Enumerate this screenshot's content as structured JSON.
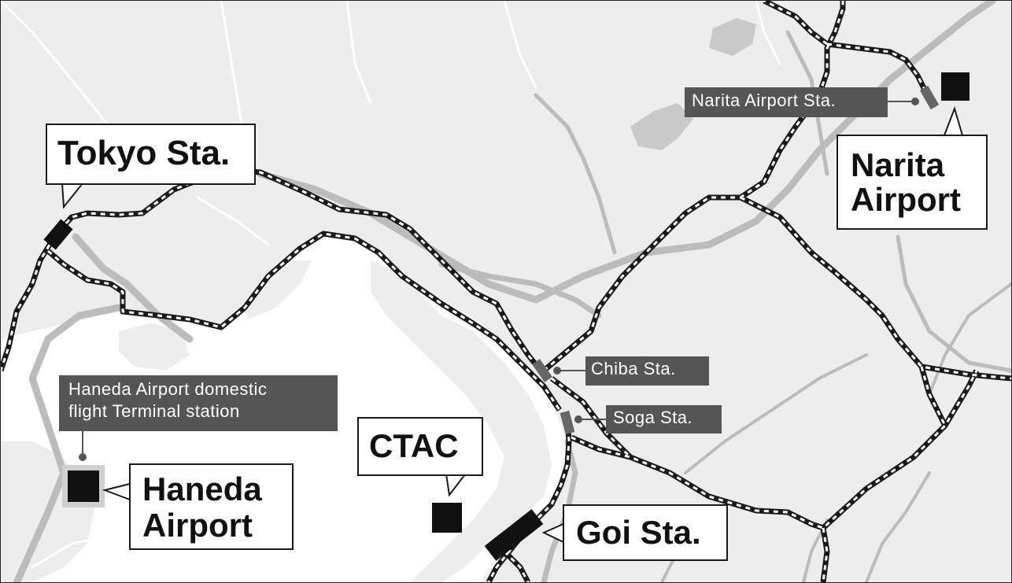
{
  "map": {
    "colors": {
      "land": "#ededed",
      "water": "#ffffff",
      "road": "#bcbcbc",
      "rail_dark": "#1a1a1a",
      "rail_light": "#ffffff",
      "marker": "#111111",
      "label_bg": "#555555"
    }
  },
  "callouts": {
    "tokyo": "Tokyo Sta.",
    "narita_line1": "Narita",
    "narita_line2": "Airport",
    "haneda_line1": "Haneda",
    "haneda_line2": "Airport",
    "ctac": "CTAC",
    "goi": "Goi Sta."
  },
  "station_labels": {
    "narita_airport_sta": "Narita Airport Sta.",
    "haneda_terminal_line1": "Haneda Airport domestic",
    "haneda_terminal_line2": "flight Terminal station",
    "chiba": "Chiba Sta.",
    "soga": "Soga Sta."
  },
  "icons": [
    "airport-square-marker",
    "ctac-square-marker",
    "station-marker"
  ]
}
